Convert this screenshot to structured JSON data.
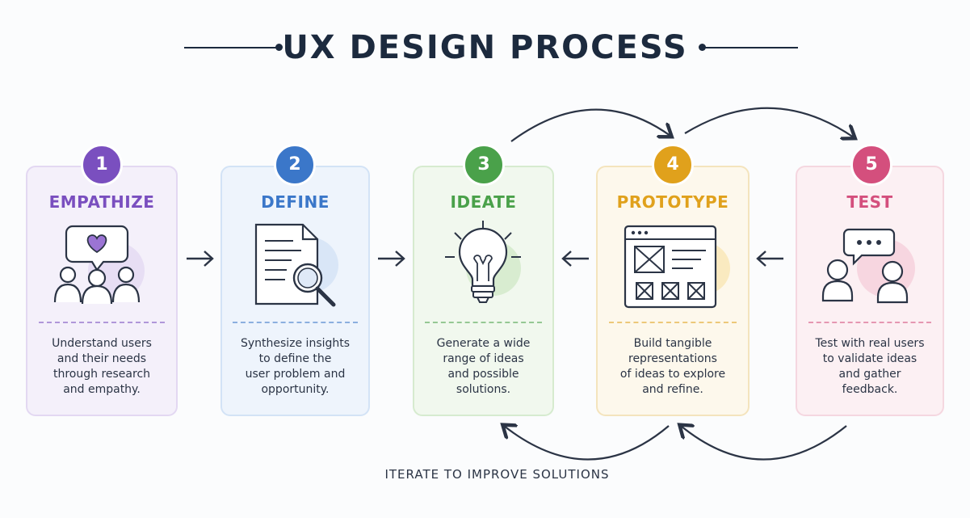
{
  "title": "UX DESIGN PROCESS",
  "steps": [
    {
      "number": "1",
      "title": "EMPATHIZE",
      "description_lines": [
        "Understand users",
        "and their needs",
        "through research",
        "and empathy."
      ],
      "color": "#7a4fbf",
      "bg": "#f4f0fa",
      "border": "#e3d8f2",
      "icon": "users-heart-icon"
    },
    {
      "number": "2",
      "title": "DEFINE",
      "description_lines": [
        "Synthesize insights",
        "to define the",
        "user problem and",
        "opportunity."
      ],
      "color": "#3b77c9",
      "bg": "#eef4fc",
      "border": "#d3e3f6",
      "icon": "document-search-icon"
    },
    {
      "number": "3",
      "title": "IDEATE",
      "description_lines": [
        "Generate a wide",
        "range of ideas",
        "and possible",
        "solutions."
      ],
      "color": "#4aa14a",
      "bg": "#f1f8ee",
      "border": "#d6ebcf",
      "icon": "lightbulb-icon"
    },
    {
      "number": "4",
      "title": "PROTOTYPE",
      "description_lines": [
        "Build tangible",
        "representations",
        "of ideas to explore",
        "and refine."
      ],
      "color": "#e0a11c",
      "bg": "#fdf8ec",
      "border": "#f4e4bd",
      "icon": "wireframe-icon"
    },
    {
      "number": "5",
      "title": "TEST",
      "description_lines": [
        "Test with real users",
        "to validate ideas",
        "and gather",
        "feedback."
      ],
      "color": "#d44f7d",
      "bg": "#fcf0f3",
      "border": "#f5d7e0",
      "icon": "user-chat-icon"
    }
  ],
  "footer": "ITERATE TO IMPROVE SOLUTIONS"
}
